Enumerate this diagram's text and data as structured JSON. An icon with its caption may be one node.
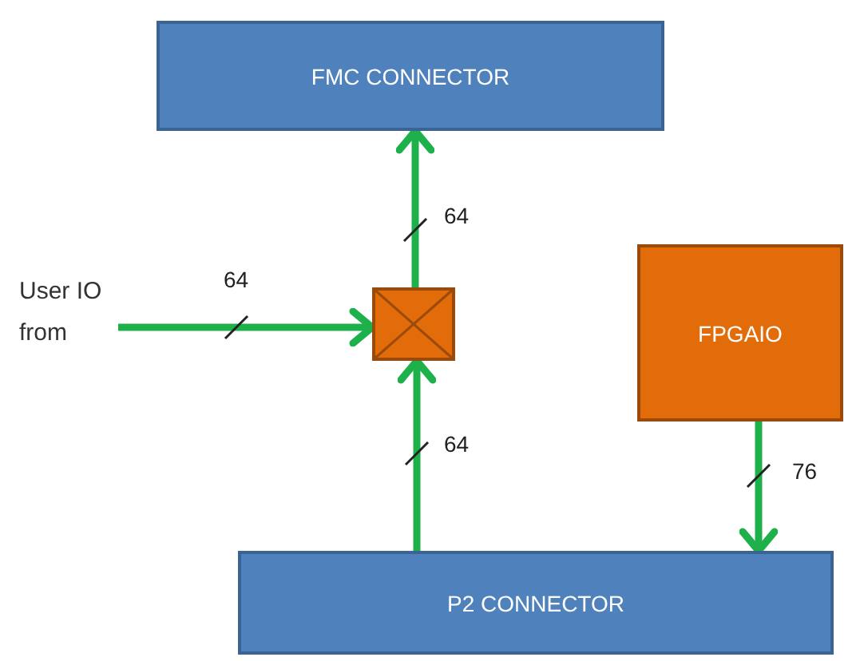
{
  "diagram": {
    "nodes": [
      {
        "text": [
          "FMC CONNECTOR"
        ]
      },
      {
        "text": [
          "User IO from"
        ]
      },
      {
        "text": [],
        "shape": "box"
      },
      {
        "text": [
          "FPGAIO"
        ]
      },
      {
        "text": [
          "P2 CONNECTOR"
        ]
      }
    ],
    "edges": [
      {
        "from": 1,
        "to": 2,
        "arrow": "to",
        "label": "64"
      },
      {
        "from": 2,
        "to": 0,
        "arrow": "to",
        "label": "64"
      },
      {
        "from": 4,
        "to": 2,
        "arrow": "to",
        "label": "64"
      },
      {
        "from": 3,
        "to": 4,
        "arrow": "to",
        "label": "76"
      }
    ]
  }
}
